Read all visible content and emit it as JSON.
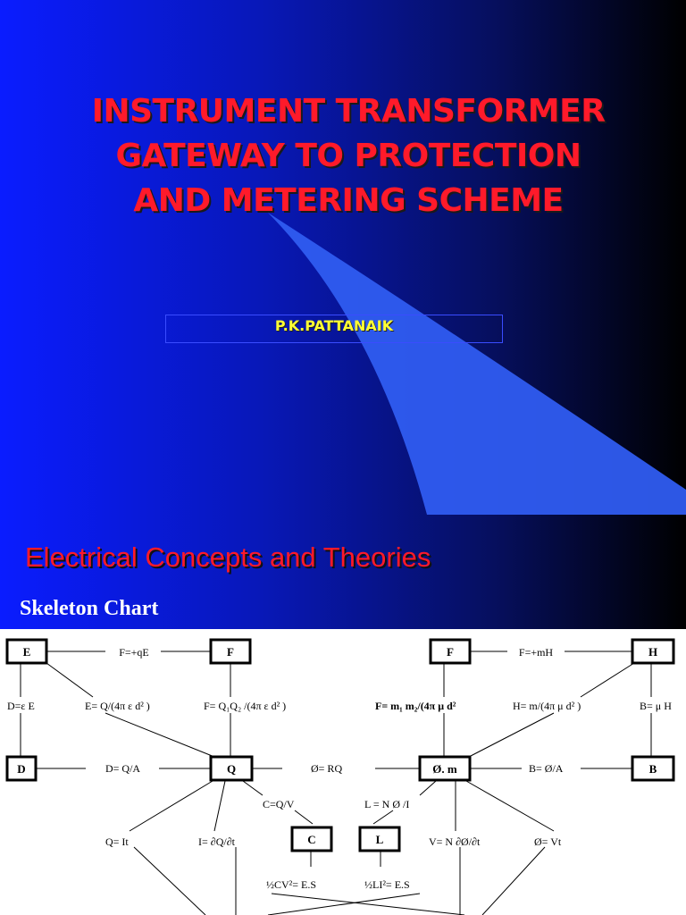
{
  "slide1": {
    "title_lines": [
      "INSTRUMENT TRANSFORMER",
      "GATEWAY TO PROTECTION",
      "AND METERING SCHEME"
    ],
    "author": "P.K.PATTANAIK",
    "colors": {
      "title": "#ff1a2a",
      "author": "#ffff33"
    }
  },
  "slide2": {
    "title": "Electrical Concepts and Theories",
    "subtitle": "Skeleton Chart",
    "boxes": {
      "e": "E",
      "f_left": "F",
      "f_right": "F",
      "h": "H",
      "d": "D",
      "q": "Q",
      "om": "Ø. m",
      "b": "B",
      "c": "C",
      "l": "L"
    },
    "equations": {
      "f_qe": "F=+qE",
      "f_mh": "F=+mH",
      "d_eps_e": "D=ε E",
      "e_coulomb": "E= Q/(4π ε d² )",
      "f_coulomb": "F= Q₁Q₂ /(4π ε d² )",
      "f_magnetic": "F= m₁ m₂/(4π μ d²",
      "h_magnetic": "H= m/(4π μ d² )",
      "b_mu_h": "B= μ H",
      "d_q_a": "D= Q/A",
      "phi_rq": "Ø= RQ",
      "b_phi_a": "B= Ø/A",
      "c_qv": "C=Q/V",
      "l_nphi_i": "L = N Ø /I",
      "q_it": "Q= It",
      "i_dq_dt": "I= ∂Q/∂t",
      "v_ndphi_dt": "V= N ∂Ø/∂t",
      "phi_vt": "Ø= Vt",
      "half_cv2": "½CV²= E.S",
      "half_li2": "½LI²= E.S"
    }
  }
}
